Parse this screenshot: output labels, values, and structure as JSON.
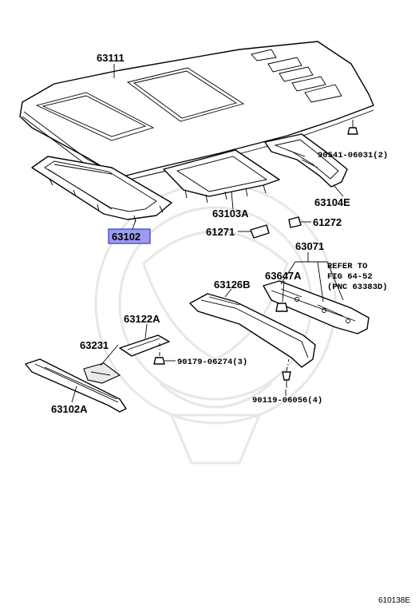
{
  "diagram": {
    "part_labels": {
      "p63111": "63111",
      "p63102": "63102",
      "p63103A": "63103A",
      "p63104E": "63104E",
      "p90541": "90541-06031(2)",
      "p61272": "61272",
      "p61271": "61271",
      "p63071": "63071",
      "p63647A": "63647A",
      "p63126B": "63126B",
      "p63122A": "63122A",
      "p63231": "63231",
      "p90179": "90179-06274(3)",
      "p90119": "90119-06056(4)",
      "p63102A": "63102A"
    },
    "reference_note": {
      "line1": "REFER TO",
      "line2": "FIG 64-52",
      "line3": "(PNC 63383D)"
    },
    "highlighted_part": "63102",
    "highlight_color": "#9c9cf0",
    "figure_code": "610138E"
  }
}
